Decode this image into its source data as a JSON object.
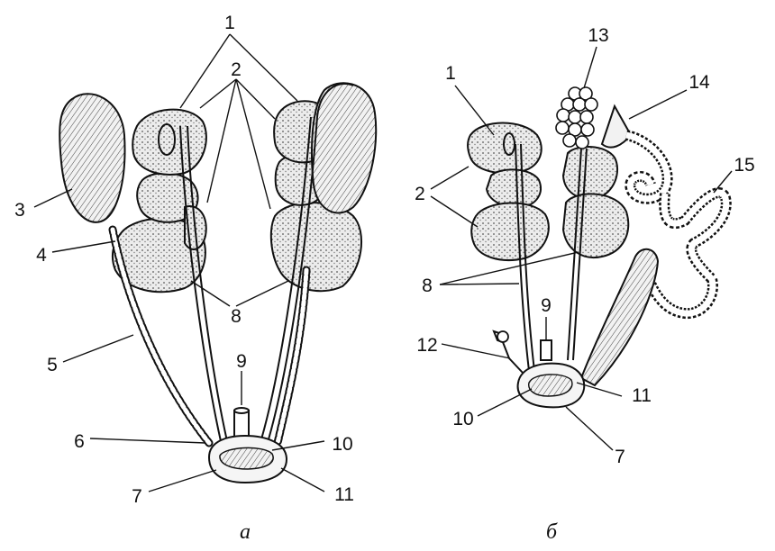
{
  "labels_a": [
    "1",
    "2",
    "3",
    "4",
    "5",
    "6",
    "7",
    "8",
    "9",
    "10",
    "11"
  ],
  "labels_b": [
    "1",
    "2",
    "8",
    "9",
    "10",
    "11",
    "12",
    "13",
    "14",
    "15",
    "7"
  ],
  "captions": {
    "a": "а",
    "b": "б"
  },
  "colors": {
    "ink": "#111111",
    "tissue": "#dcdcdc",
    "paper": "#ffffff"
  }
}
